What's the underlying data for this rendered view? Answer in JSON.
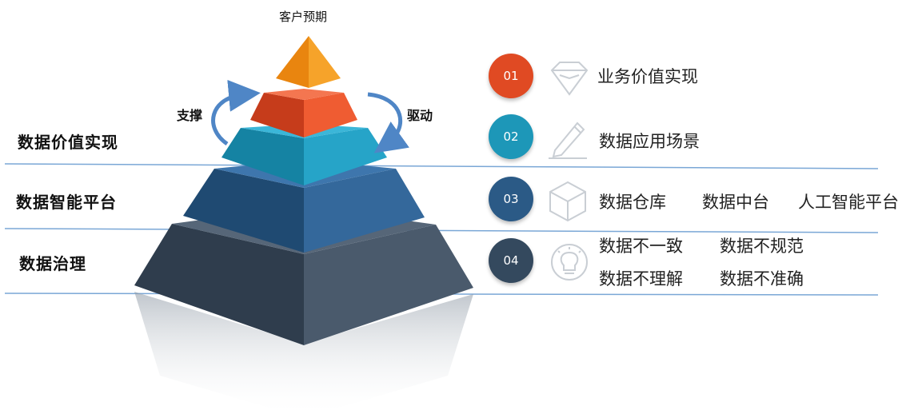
{
  "top_label": "客户预期",
  "left_arrow_label": "支撑",
  "right_arrow_label": "驱动",
  "levels": [
    {
      "label": "数据价值实现"
    },
    {
      "label": "数据智能平台"
    },
    {
      "label": "数据治理"
    }
  ],
  "items": [
    {
      "number": "01",
      "color": "#e04a23",
      "icon": "diamond-icon",
      "texts": [
        "业务价值实现"
      ]
    },
    {
      "number": "02",
      "color": "#1d97b8",
      "icon": "pencil-icon",
      "texts": [
        "数据应用场景"
      ]
    },
    {
      "number": "03",
      "color": "#2b5a86",
      "icon": "cube-icon",
      "texts": [
        "数据仓库",
        "数据中台",
        "人工智能平台"
      ]
    },
    {
      "number": "04",
      "color": "#34495e",
      "icon": "lightbulb-icon",
      "texts": [
        "数据不一致",
        "数据不规范",
        "数据不理解",
        "数据不准确"
      ]
    }
  ],
  "colors": {
    "tier1": "#f39c1a",
    "tier2": "#e04a23",
    "tier3": "#1d97b8",
    "tier4": "#2b5a86",
    "tier5": "#3c4b5c",
    "separator": "#7aa7d6",
    "arrow": "#4f86c6"
  }
}
